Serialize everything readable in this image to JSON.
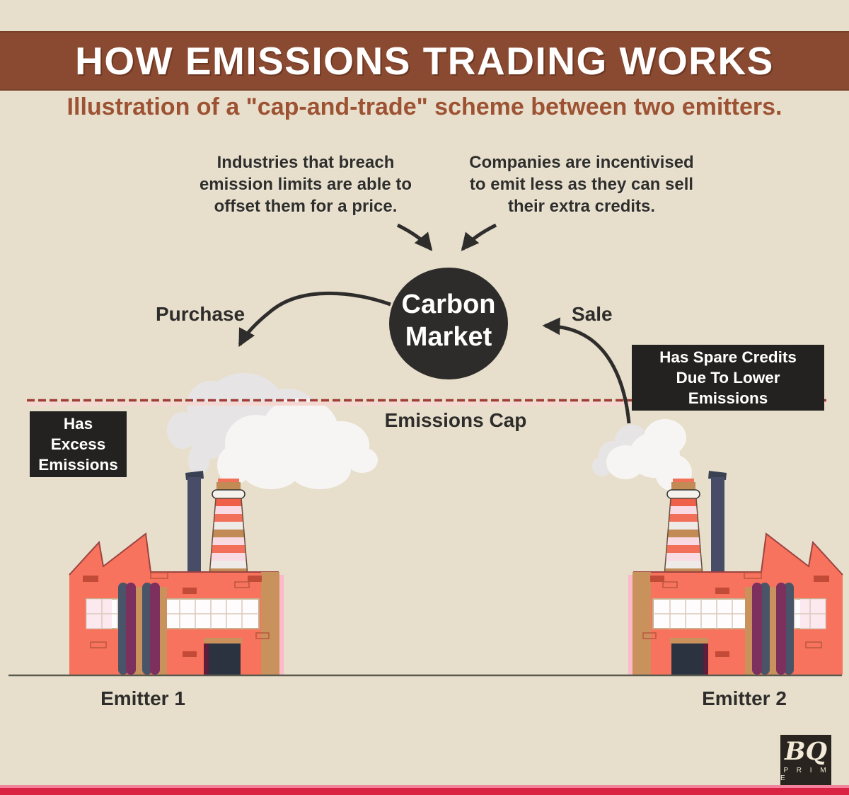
{
  "page": {
    "background": "#e7dfcc",
    "banner_brown": "#8a4a31",
    "accent_red": "#da2342",
    "ink": "#2e2d2b",
    "factory_salmon": "#f8735d",
    "smoke_gray": "#e7e4e6",
    "smoke_white": "#f7f5f3",
    "cap_line_red": "#a13d37"
  },
  "header": {
    "title": "HOW EMISSIONS TRADING WORKS",
    "subtitle": "Illustration of a \"cap-and-trade\" scheme between two emitters."
  },
  "notes": {
    "left": "Industries that breach\nemission limits are able to\noffset them for a price.",
    "right": "Companies are incentivised\nto emit less as they can sell\ntheir extra credits."
  },
  "market": {
    "label": "Carbon\nMarket"
  },
  "flows": {
    "purchase": "Purchase",
    "sale": "Sale"
  },
  "cap": {
    "label": "Emissions Cap"
  },
  "emitters": [
    {
      "name": "Emitter 1",
      "status": "Has Excess\nEmissions"
    },
    {
      "name": "Emitter 2",
      "status": "Has Spare Credits\nDue To Lower Emissions"
    }
  ],
  "logo": {
    "brand": "BQ",
    "sub": "P R I M E"
  }
}
